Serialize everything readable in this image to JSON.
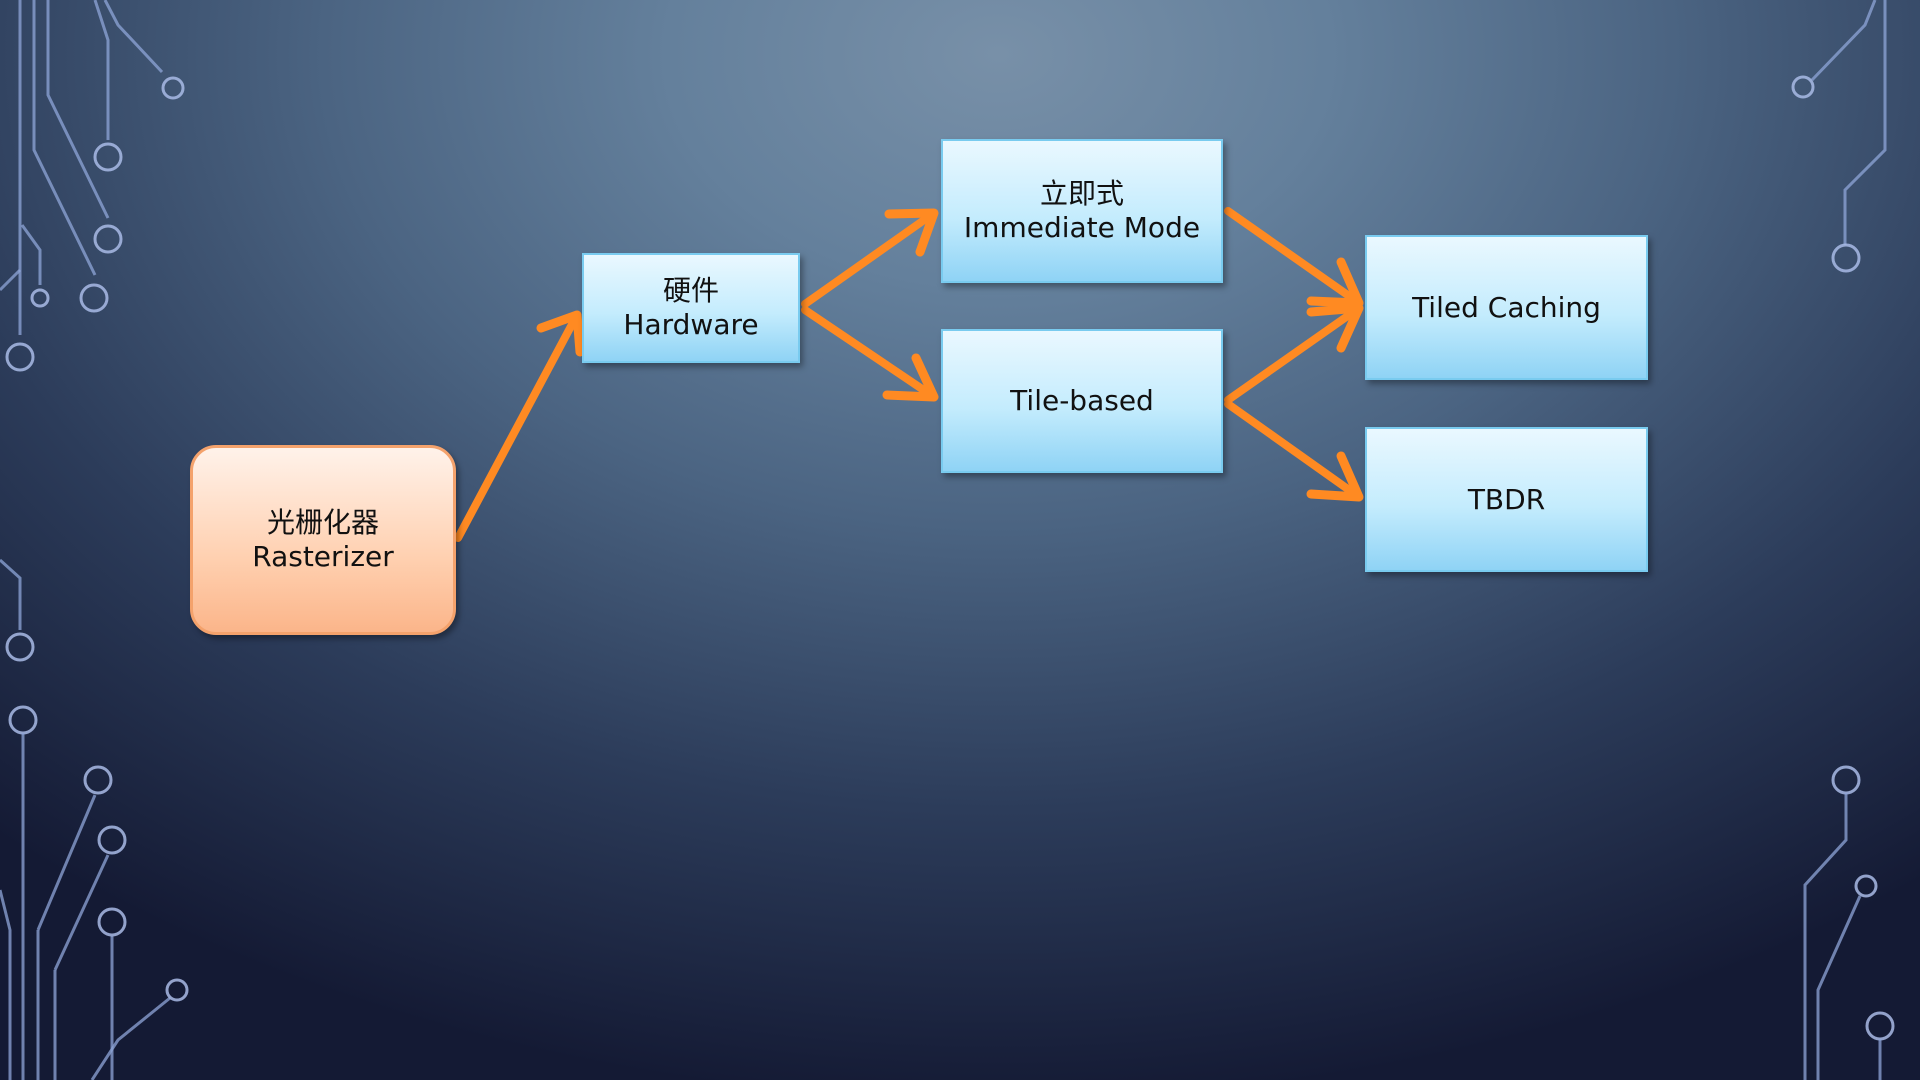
{
  "diagram": {
    "nodes": {
      "rasterizer": {
        "zh": "光栅化器",
        "en": "Rasterizer"
      },
      "hardware": {
        "zh": "硬件",
        "en": "Hardware"
      },
      "immediate": {
        "zh": "立即式",
        "en": "Immediate Mode"
      },
      "tile_based": {
        "label": "Tile-based"
      },
      "tiled_caching": {
        "label": "Tiled Caching"
      },
      "tbdr": {
        "label": "TBDR"
      }
    },
    "edges": [
      {
        "from": "rasterizer",
        "to": "hardware"
      },
      {
        "from": "hardware",
        "to": "immediate"
      },
      {
        "from": "hardware",
        "to": "tile_based"
      },
      {
        "from": "immediate",
        "to": "tiled_caching"
      },
      {
        "from": "tile_based",
        "to": "tiled_caching"
      },
      {
        "from": "tile_based",
        "to": "tbdr"
      }
    ],
    "colors": {
      "arrow": "#ff8a22",
      "blue_node": "#c4ecfd",
      "orange_node": "#ffd0b0",
      "circuit": "#8fa6d8"
    }
  }
}
